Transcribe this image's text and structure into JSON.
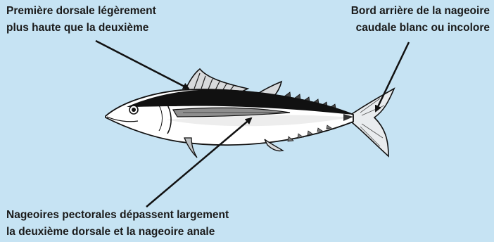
{
  "annotations": {
    "dorsal": {
      "line1": "Première dorsale légèrement",
      "line2": "plus haute que la deuxième"
    },
    "caudal": {
      "line1": "Bord arrière de la nageoire",
      "line2": "caudale blanc ou incolore"
    },
    "pectoral": {
      "line1": "Nageoires pectorales dépassent largement",
      "line2": "la deuxième dorsale et la nageoire anale"
    }
  },
  "colors": {
    "background": "#c6e3f3",
    "fish_back": "#111111",
    "fish_belly": "#ffffff",
    "arrow": "#111111"
  },
  "illustration": "tuna-fish"
}
